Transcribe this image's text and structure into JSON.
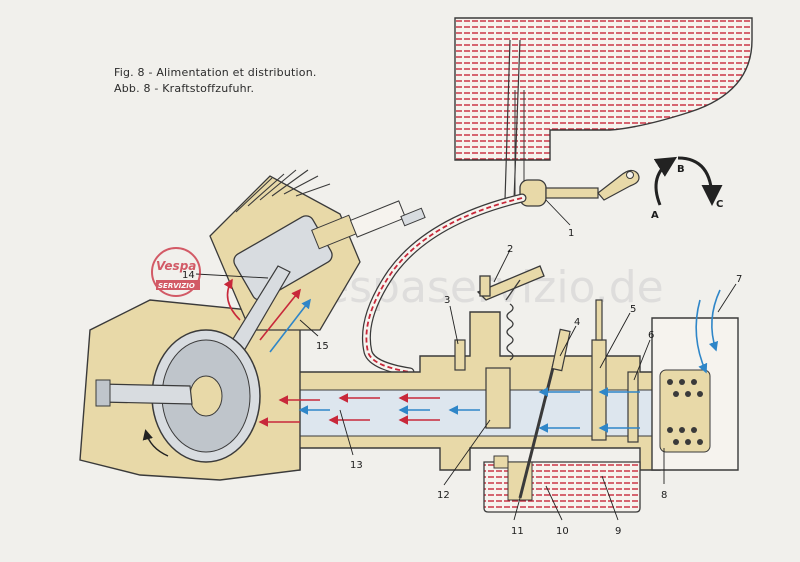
{
  "caption": {
    "fr": "Fig. 8 - Alimentation et distribution.",
    "de": "Abb. 8 - Kraftstoffzufuhr."
  },
  "callouts": [
    "1",
    "2",
    "3",
    "4",
    "5",
    "6",
    "7",
    "8",
    "9",
    "10",
    "11",
    "12",
    "13",
    "14",
    "15"
  ],
  "direction_letters": {
    "a": "A",
    "b": "B",
    "c": "C"
  },
  "logo": {
    "brand": "Vespa",
    "service": "SERVIZIO"
  },
  "watermark": "vespaservizio.de",
  "colors": {
    "fuel_red": "#c8283a",
    "air_blue": "#2f86c8",
    "casing": "#e8d9a8",
    "outline": "#3a3a3a"
  }
}
